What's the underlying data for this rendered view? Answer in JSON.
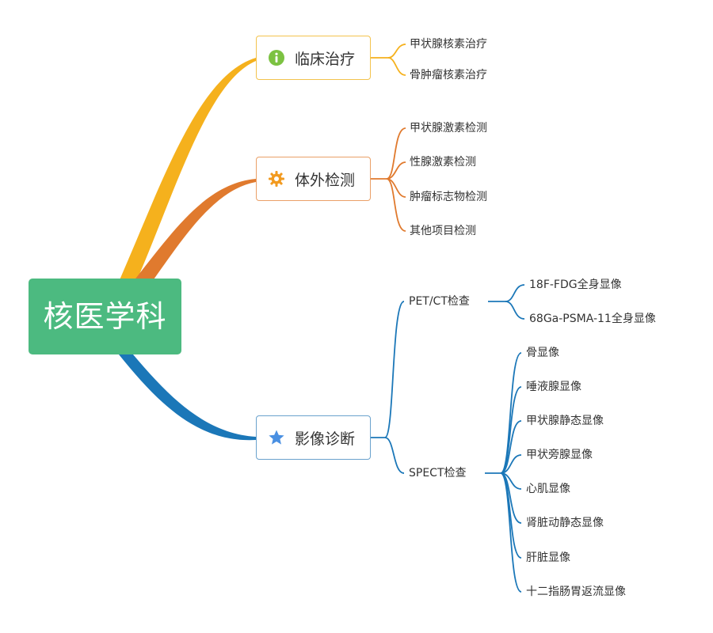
{
  "root": {
    "label": "核医学科"
  },
  "branches": [
    {
      "label": "临床治疗",
      "icon": "info-icon",
      "color": "#f5b11d",
      "children": [
        "甲状腺核素治疗",
        "骨肿瘤核素治疗"
      ]
    },
    {
      "label": "体外检测",
      "icon": "gear-icon",
      "color": "#e07a2e",
      "children": [
        "甲状腺激素检测",
        "性腺激素检测",
        "肿瘤标志物检测",
        "其他项目检测"
      ]
    },
    {
      "label": "影像诊断",
      "icon": "star-icon",
      "color": "#1b77b8",
      "subgroups": [
        {
          "label": "PET/CT检查",
          "children": [
            "18F-FDG全身显像",
            "68Ga-PSMA-11全身显像"
          ]
        },
        {
          "label": "SPECT检查",
          "children": [
            "骨显像",
            "唾液腺显像",
            "甲状腺静态显像",
            "甲状旁腺显像",
            "心肌显像",
            "肾脏动静态显像",
            "肝脏显像",
            "十二指肠胃返流显像"
          ]
        }
      ]
    }
  ]
}
